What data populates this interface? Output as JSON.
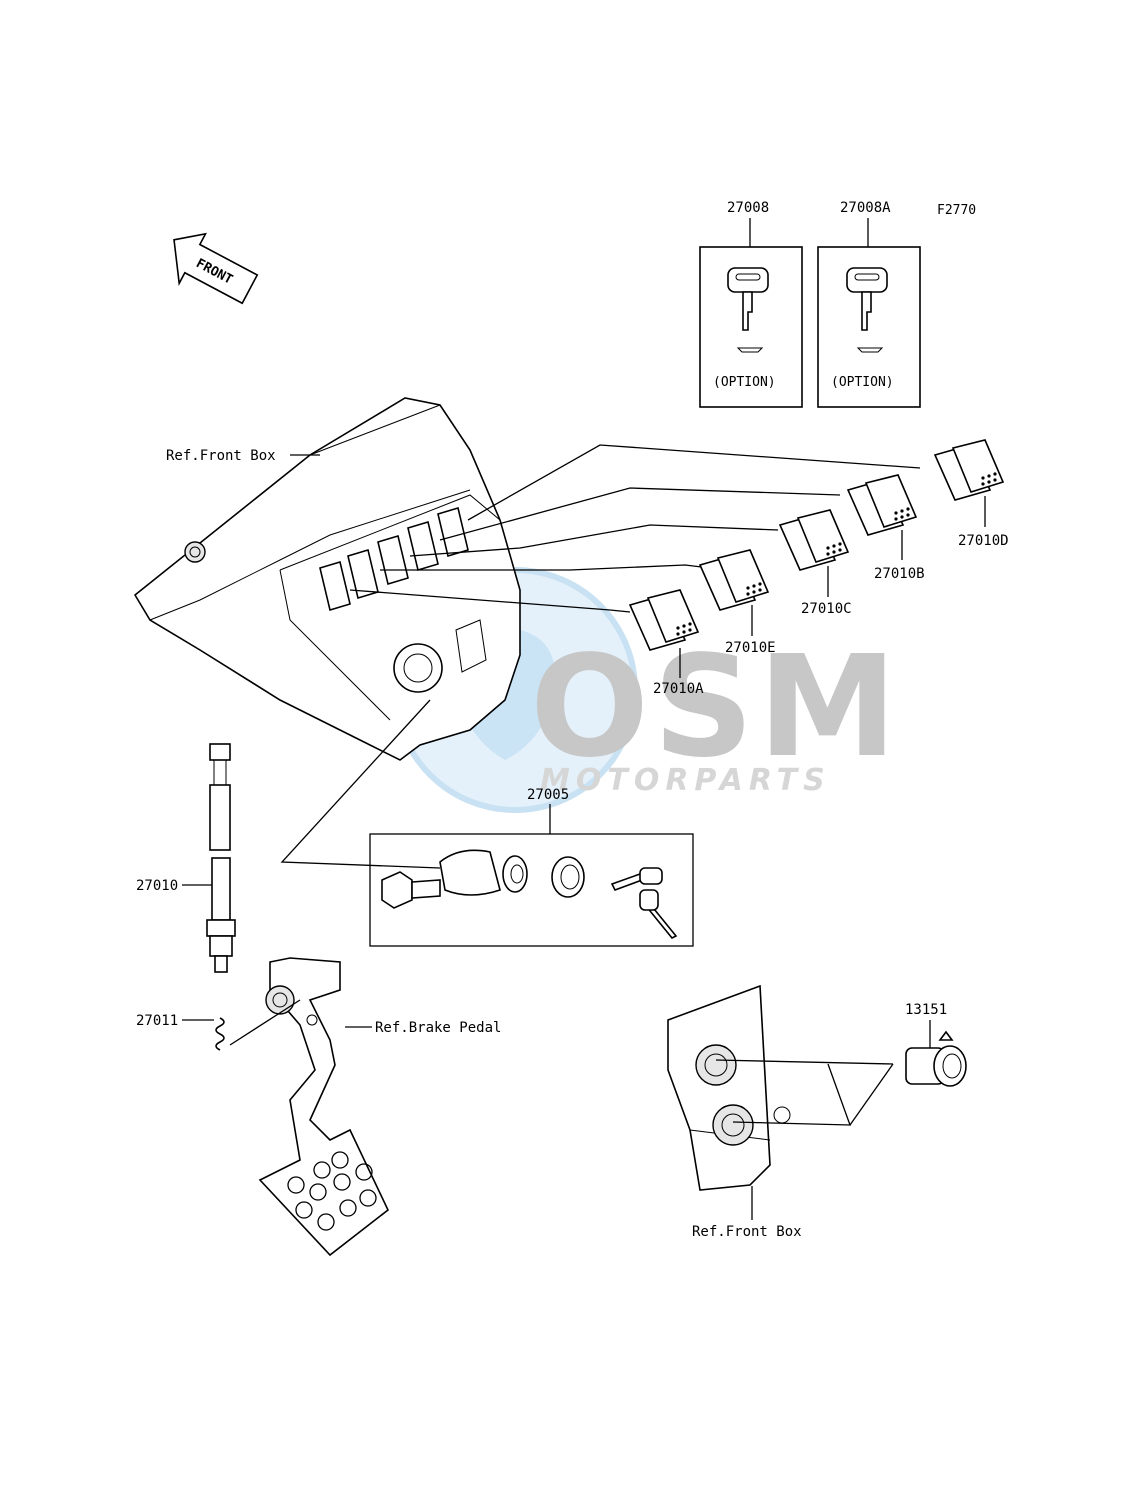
{
  "figure_code": "F2770",
  "front_arrow_label": "FRONT",
  "option_boxes": [
    {
      "part": "27008",
      "note": "(OPTION)"
    },
    {
      "part": "27008A",
      "note": "(OPTION)"
    }
  ],
  "switch_labels": {
    "a": "27010A",
    "e": "27010E",
    "c": "27010C",
    "b": "27010B",
    "d": "27010D"
  },
  "refs": {
    "front_box_top": "Ref.Front Box",
    "brake_pedal": "Ref.Brake Pedal",
    "front_box_bottom": "Ref.Front Box"
  },
  "parts": {
    "ignition_switch": "27005",
    "brake_switch": "27010",
    "spring": "27011",
    "socket": "13151"
  },
  "watermark": {
    "brand": "OSM",
    "sub": "MOTORPARTS"
  }
}
